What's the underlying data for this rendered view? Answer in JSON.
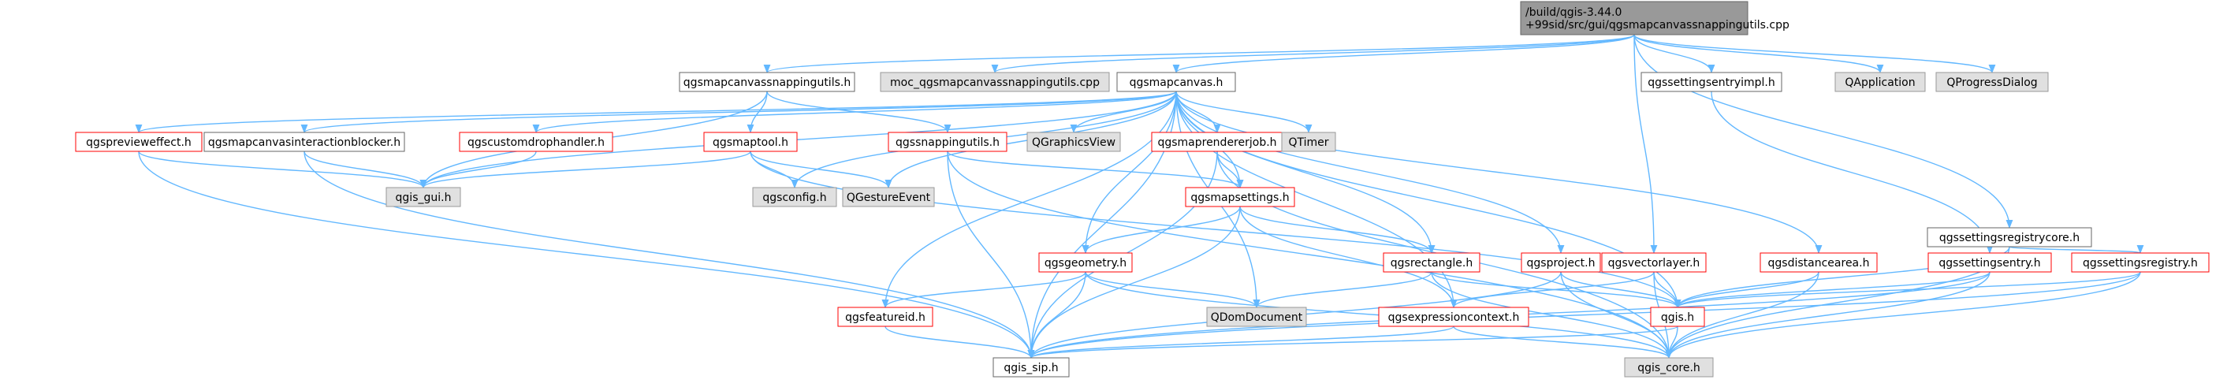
{
  "colors": {
    "edge": "#63b8ff",
    "root_fill": "#999999",
    "root_stroke": "#666666",
    "plain_fill": "#ffffff",
    "plain_stroke": "#666666",
    "red_fill": "#ffffff",
    "red_stroke": "#ff0000",
    "external_fill": "#e0e0e0",
    "external_stroke": "#999999"
  },
  "nodes": {
    "root": {
      "lines": [
        "/build/qgis-3.44.0",
        "+99sid/src/gui/qgsmapcanvassnappingutils.cpp"
      ],
      "style": "root"
    },
    "snappingutils_h": {
      "lines": [
        "qgsmapcanvassnappingutils.h"
      ],
      "style": "plain"
    },
    "moc_snappingutils": {
      "lines": [
        "moc_qgsmapcanvassnappingutils.cpp"
      ],
      "style": "external"
    },
    "mapcanvas_h": {
      "lines": [
        "qgsmapcanvas.h"
      ],
      "style": "plain"
    },
    "settingsentryimpl_h": {
      "lines": [
        "qgssettingsentryimpl.h"
      ],
      "style": "plain"
    },
    "qapplication": {
      "lines": [
        "QApplication"
      ],
      "style": "external"
    },
    "qprogressdialog": {
      "lines": [
        "QProgressDialog"
      ],
      "style": "external"
    },
    "previeweffect_h": {
      "lines": [
        "qgspreviewеffect.h"
      ],
      "style": "red"
    },
    "interactionblocker_h": {
      "lines": [
        "qgsmapcanvasinteractionblocker.h"
      ],
      "style": "plain"
    },
    "customdrophandler_h": {
      "lines": [
        "qgscustomdrophandler.h"
      ],
      "style": "red"
    },
    "maptool_h": {
      "lines": [
        "qgsmaptool.h"
      ],
      "style": "red"
    },
    "snappingutils2_h": {
      "lines": [
        "qgssnappingutils.h"
      ],
      "style": "red"
    },
    "qgraphicsview": {
      "lines": [
        "QGraphicsView"
      ],
      "style": "external"
    },
    "maprendererjob_h": {
      "lines": [
        "qgsmaprendererjob.h"
      ],
      "style": "red"
    },
    "qtimer": {
      "lines": [
        "QTimer"
      ],
      "style": "external"
    },
    "settingsregistrycore_h": {
      "lines": [
        "qgssettingsregistrycore.h"
      ],
      "style": "plain"
    },
    "qgis_gui_h": {
      "lines": [
        "qgis_gui.h"
      ],
      "style": "external"
    },
    "qgsconfig_h": {
      "lines": [
        "qgsconfig.h"
      ],
      "style": "external"
    },
    "qgestureevent": {
      "lines": [
        "QGestureEvent"
      ],
      "style": "external"
    },
    "mapsettings_h": {
      "lines": [
        "qgsmapsettings.h"
      ],
      "style": "red"
    },
    "geometry_h": {
      "lines": [
        "qgsgeometry.h"
      ],
      "style": "red"
    },
    "rectangle_h": {
      "lines": [
        "qgsrectangle.h"
      ],
      "style": "red"
    },
    "project_h": {
      "lines": [
        "qgsproject.h"
      ],
      "style": "red"
    },
    "vectorlayer_h": {
      "lines": [
        "qgsvectorlayer.h"
      ],
      "style": "red"
    },
    "distancearea_h": {
      "lines": [
        "qgsdistancearea.h"
      ],
      "style": "red"
    },
    "settingsentry_h": {
      "lines": [
        "qgssettingsentry.h"
      ],
      "style": "red"
    },
    "settingsregistry_h": {
      "lines": [
        "qgssettingsregistry.h"
      ],
      "style": "red"
    },
    "featureid_h": {
      "lines": [
        "qgsfeatureid.h"
      ],
      "style": "red"
    },
    "qdomdocument": {
      "lines": [
        "QDomDocument"
      ],
      "style": "external"
    },
    "expressioncontext_h": {
      "lines": [
        "qgsexpressioncontext.h"
      ],
      "style": "red"
    },
    "qgis_h": {
      "lines": [
        "qgis.h"
      ],
      "style": "red"
    },
    "qgis_sip_h": {
      "lines": [
        "qgis_sip.h"
      ],
      "style": "plain"
    },
    "qgis_core_h": {
      "lines": [
        "qgis_core.h"
      ],
      "style": "external"
    }
  },
  "edges": [
    [
      "root",
      "snappingutils_h"
    ],
    [
      "root",
      "moc_snappingutils"
    ],
    [
      "root",
      "mapcanvas_h"
    ],
    [
      "root",
      "settingsentryimpl_h"
    ],
    [
      "root",
      "qapplication"
    ],
    [
      "root",
      "qprogressdialog"
    ],
    [
      "root",
      "vectorlayer_h"
    ],
    [
      "root",
      "settingsregistrycore_h"
    ],
    [
      "snappingutils_h",
      "qgis_gui_h"
    ],
    [
      "snappingutils_h",
      "maptool_h"
    ],
    [
      "snappingutils_h",
      "snappingutils2_h"
    ],
    [
      "mapcanvas_h",
      "previeweffect_h"
    ],
    [
      "mapcanvas_h",
      "interactionblocker_h"
    ],
    [
      "mapcanvas_h",
      "customdrophandler_h"
    ],
    [
      "mapcanvas_h",
      "qgraphicsview"
    ],
    [
      "mapcanvas_h",
      "maprendererjob_h"
    ],
    [
      "mapcanvas_h",
      "qtimer"
    ],
    [
      "mapcanvas_h",
      "qgis_gui_h"
    ],
    [
      "mapcanvas_h",
      "qgsconfig_h"
    ],
    [
      "mapcanvas_h",
      "qgestureevent"
    ],
    [
      "mapcanvas_h",
      "mapsettings_h"
    ],
    [
      "mapcanvas_h",
      "geometry_h"
    ],
    [
      "mapcanvas_h",
      "rectangle_h"
    ],
    [
      "mapcanvas_h",
      "project_h"
    ],
    [
      "mapcanvas_h",
      "distancearea_h"
    ],
    [
      "mapcanvas_h",
      "featureid_h"
    ],
    [
      "mapcanvas_h",
      "qdomdocument"
    ],
    [
      "mapcanvas_h",
      "expressioncontext_h"
    ],
    [
      "mapcanvas_h",
      "qgis_h"
    ],
    [
      "mapcanvas_h",
      "qgis_sip_h"
    ],
    [
      "previeweffect_h",
      "qgis_gui_h"
    ],
    [
      "previeweffect_h",
      "qgis_sip_h"
    ],
    [
      "interactionblocker_h",
      "qgis_gui_h"
    ],
    [
      "interactionblocker_h",
      "qgis_sip_h"
    ],
    [
      "customdrophandler_h",
      "qgis_gui_h"
    ],
    [
      "maptool_h",
      "qgis_gui_h"
    ],
    [
      "maptool_h",
      "qgsconfig_h"
    ],
    [
      "maptool_h",
      "qgestureevent"
    ],
    [
      "maptool_h",
      "qgis_h"
    ],
    [
      "snappingutils2_h",
      "mapsettings_h"
    ],
    [
      "snappingutils2_h",
      "qgis_sip_h"
    ],
    [
      "snappingutils2_h",
      "qgis_core_h"
    ],
    [
      "maprendererjob_h",
      "mapsettings_h"
    ],
    [
      "maprendererjob_h",
      "qgis_sip_h"
    ],
    [
      "maprendererjob_h",
      "qgis_core_h"
    ],
    [
      "mapsettings_h",
      "geometry_h"
    ],
    [
      "mapsettings_h",
      "rectangle_h"
    ],
    [
      "mapsettings_h",
      "expressioncontext_h"
    ],
    [
      "mapsettings_h",
      "qgis_sip_h"
    ],
    [
      "geometry_h",
      "featureid_h"
    ],
    [
      "geometry_h",
      "qdomdocument"
    ],
    [
      "geometry_h",
      "qgis_sip_h"
    ],
    [
      "geometry_h",
      "qgis_core_h"
    ],
    [
      "rectangle_h",
      "qdomdocument"
    ],
    [
      "rectangle_h",
      "qgis_h"
    ],
    [
      "rectangle_h",
      "qgis_core_h"
    ],
    [
      "project_h",
      "qgis_h"
    ],
    [
      "project_h",
      "qgis_sip_h"
    ],
    [
      "project_h",
      "qgis_core_h"
    ],
    [
      "vectorlayer_h",
      "expressioncontext_h"
    ],
    [
      "vectorlayer_h",
      "qgis_h"
    ],
    [
      "vectorlayer_h",
      "qgis_core_h"
    ],
    [
      "distancearea_h",
      "qgis_h"
    ],
    [
      "distancearea_h",
      "qgis_core_h"
    ],
    [
      "settingsentryimpl_h",
      "settingsentry_h"
    ],
    [
      "settingsregistrycore_h",
      "settingsregistry_h"
    ],
    [
      "settingsregistrycore_h",
      "qgis_h"
    ],
    [
      "settingsregistrycore_h",
      "qgis_core_h"
    ],
    [
      "settingsentry_h",
      "qgis_h"
    ],
    [
      "settingsentry_h",
      "qgis_sip_h"
    ],
    [
      "settingsentry_h",
      "qgis_core_h"
    ],
    [
      "settingsregistry_h",
      "qgis_h"
    ],
    [
      "settingsregistry_h",
      "qgis_sip_h"
    ],
    [
      "settingsregistry_h",
      "qgis_core_h"
    ],
    [
      "featureid_h",
      "qgis_sip_h"
    ],
    [
      "expressioncontext_h",
      "qgis_sip_h"
    ],
    [
      "expressioncontext_h",
      "qgis_core_h"
    ],
    [
      "qgis_h",
      "qgis_sip_h"
    ],
    [
      "qgis_h",
      "qgis_core_h"
    ]
  ]
}
